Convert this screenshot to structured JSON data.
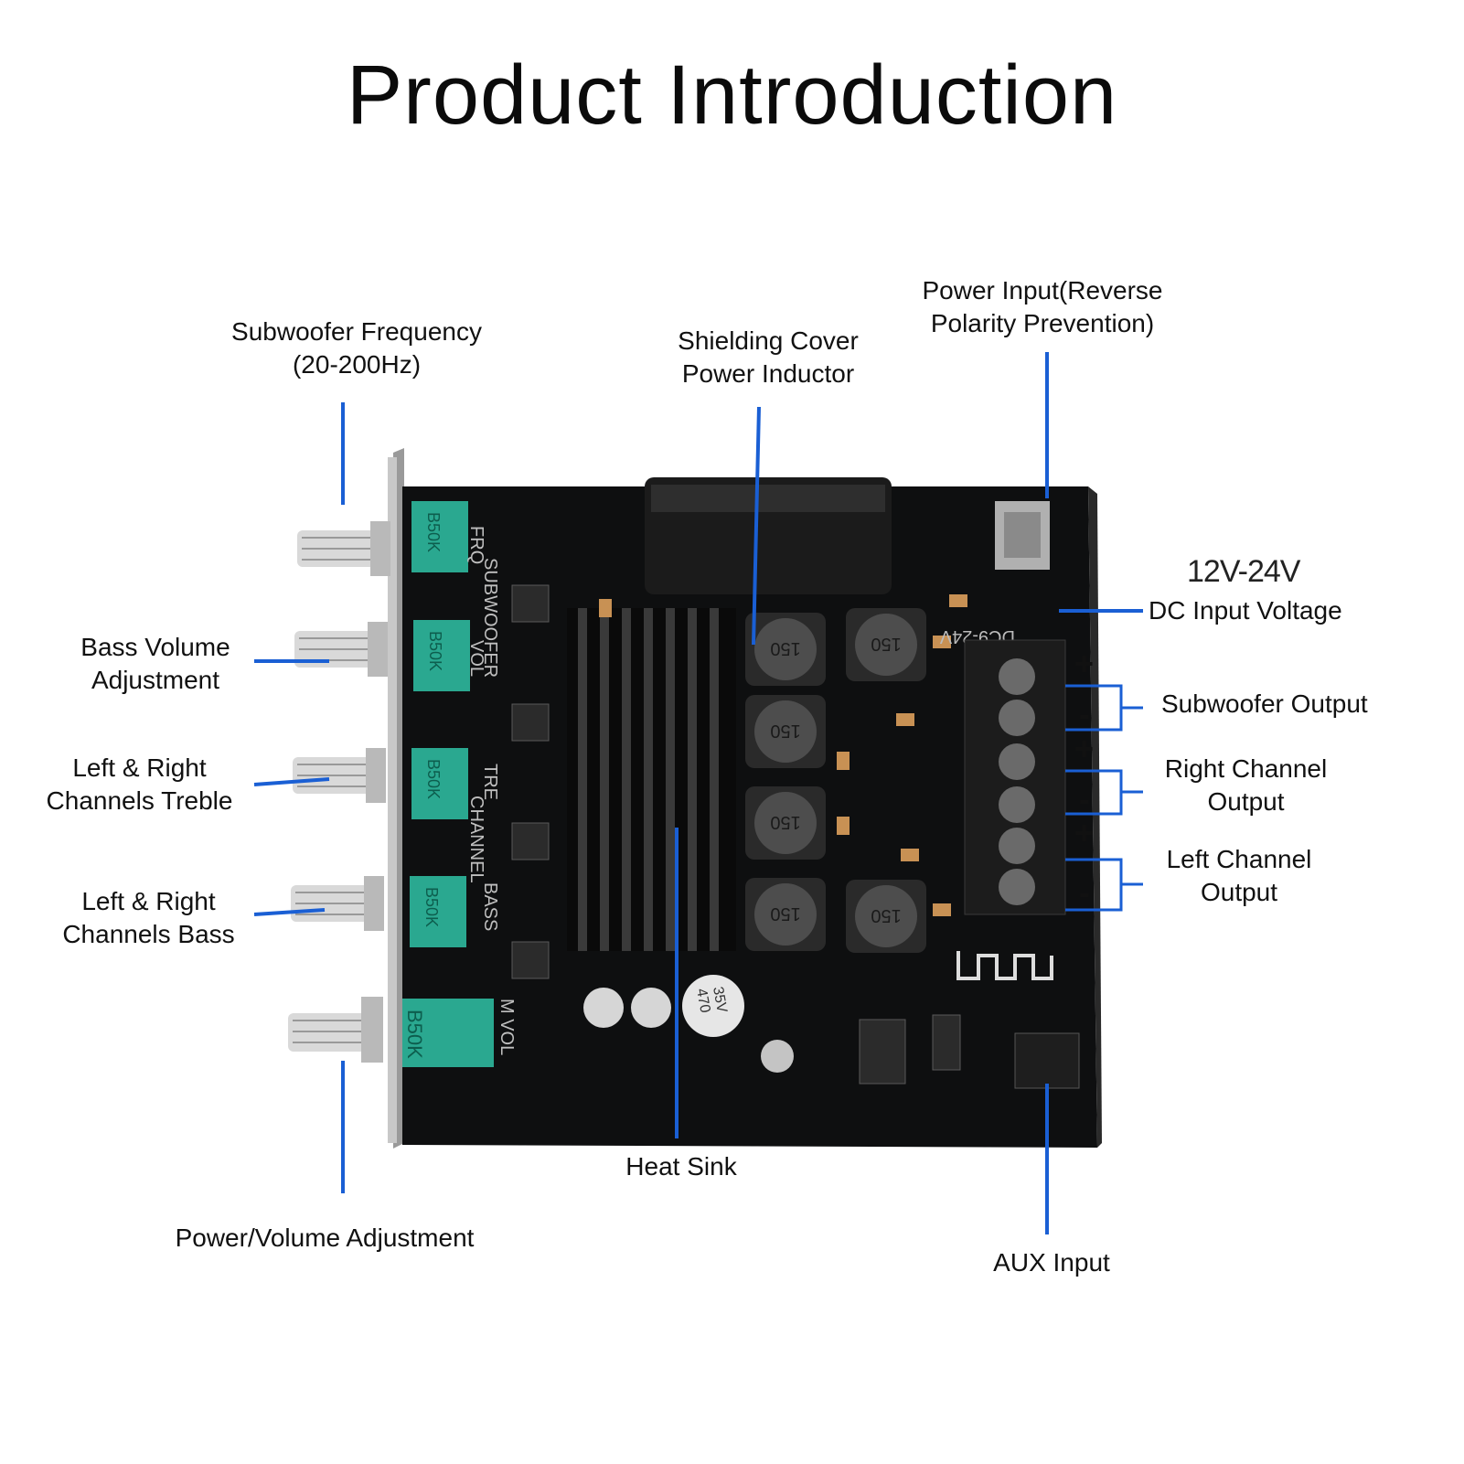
{
  "title": "Product Introduction",
  "colors": {
    "leader": "#1a5fd4",
    "pcb": "#0e0f10",
    "pot": "#2aa890",
    "heatsink": "#111"
  },
  "labels": {
    "subwoofer_frequency": [
      "Subwoofer Frequency",
      "(20-200Hz)"
    ],
    "shielding_cover": [
      "Shielding Cover",
      "Power Inductor"
    ],
    "power_input": [
      "Power Input(Reverse",
      "Polarity Prevention)"
    ],
    "dc_input_voltage": "DC Input Voltage",
    "voltage_range": "12V-24V",
    "bass_volume": [
      "Bass Volume",
      "Adjustment"
    ],
    "lr_treble": [
      "Left & Right",
      "Channels Treble"
    ],
    "lr_bass": [
      "Left & Right",
      "Channels Bass"
    ],
    "subwoofer_output": "Subwoofer Output",
    "right_channel_output": [
      "Right Channel",
      "Output"
    ],
    "left_channel_output": [
      "Left Channel",
      "Output"
    ],
    "heat_sink": "Heat Sink",
    "power_volume": "Power/Volume Adjustment",
    "aux_input": "AUX Input"
  },
  "terminal_signs": [
    "+",
    "-",
    "+",
    "-",
    "+",
    "-"
  ],
  "pot_marking": "B50K",
  "inductor_marking": "150",
  "board_text": {
    "side_labels": [
      "FRQ",
      "SUBWOOFER",
      "VOL",
      "TRE",
      "CHANNEL",
      "BASS",
      "M VOL"
    ],
    "dc_marking": "DC9-24V",
    "cap_marking": [
      "470",
      "35V"
    ]
  }
}
